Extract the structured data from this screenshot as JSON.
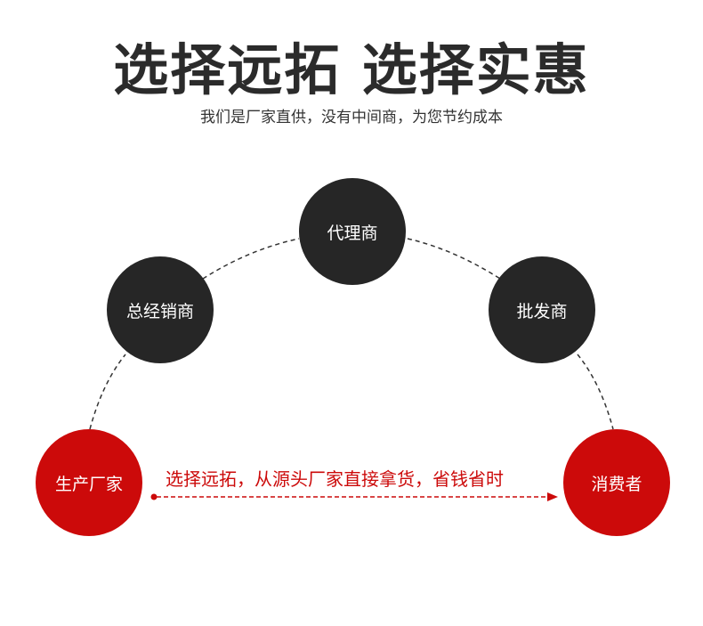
{
  "header": {
    "title": "选择远拓 选择实惠",
    "subtitle": "我们是厂家直供，没有中间商，为您节约成本"
  },
  "nodes": {
    "agent": "代理商",
    "general_distributor": "总经销商",
    "wholesaler": "批发商",
    "manufacturer": "生产厂家",
    "consumer": "消费者"
  },
  "direct_path": {
    "label": "选择远拓，从源头厂家直接拿货，省钱省时"
  },
  "colors": {
    "dark_node": "#262626",
    "red_node": "#cc0a0a",
    "dashed_line": "#333333",
    "accent": "#cc0a0a"
  }
}
